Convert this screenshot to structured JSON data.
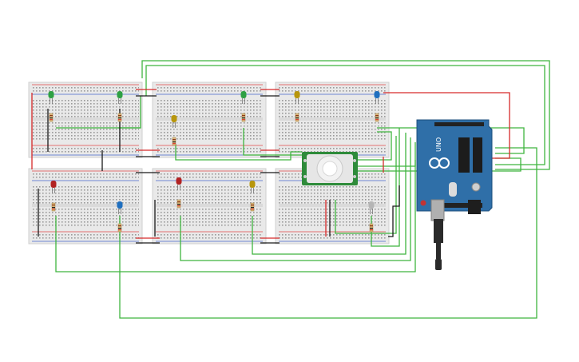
{
  "canvas": {
    "background": "#ffffff"
  },
  "colors": {
    "wire_green": "#3fb53f",
    "wire_red": "#d62a2a",
    "wire_black": "#1a1a1a",
    "breadboard": "#e9e9e9",
    "breadboard_rail_red": "#e04848",
    "breadboard_rail_blue": "#4466cc",
    "arduino_blue": "#2f6fa8",
    "pir_green": "#2e8b3a",
    "led_green": "#2ea043",
    "led_red": "#b22222",
    "led_yellow": "#b8960c",
    "led_blue": "#1f6fbf",
    "led_white": "#b5b5b5"
  },
  "arduino": {
    "brand_text": "UNO",
    "logo_icon": "arduino-infinity-logo"
  },
  "pir_sensor": {
    "icon": "pir-dome-icon"
  },
  "leds": [
    {
      "id": "led-1",
      "color": "green"
    },
    {
      "id": "led-2",
      "color": "green"
    },
    {
      "id": "led-3",
      "color": "green"
    },
    {
      "id": "led-4",
      "color": "yellow"
    },
    {
      "id": "led-5",
      "color": "blue"
    },
    {
      "id": "led-6",
      "color": "yellow"
    },
    {
      "id": "led-7",
      "color": "red"
    },
    {
      "id": "led-8",
      "color": "blue"
    },
    {
      "id": "led-9",
      "color": "red"
    },
    {
      "id": "led-10",
      "color": "yellow"
    },
    {
      "id": "led-11",
      "color": "white"
    }
  ]
}
